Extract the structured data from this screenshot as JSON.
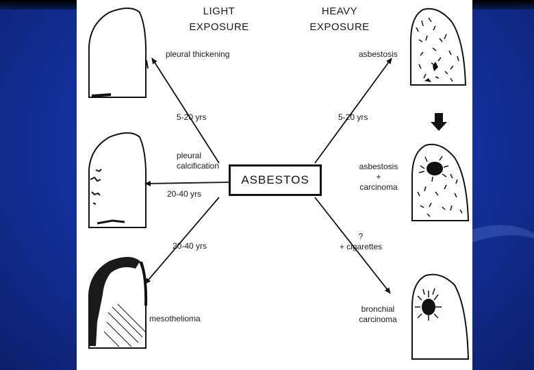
{
  "headers": {
    "light_line1": "LIGHT",
    "light_line2": "EXPOSURE",
    "heavy_line1": "HEAVY",
    "heavy_line2": "EXPOSURE"
  },
  "center": "ASBESTOS",
  "labels": {
    "pleural_thickening": "pleural thickening",
    "pleural_calcification_1": "pleural",
    "pleural_calcification_2": "calcification",
    "mesothelioma": "mesothelioma",
    "asbestosis": "asbestosis",
    "asbestosis_carcinoma_1": "asbestosis",
    "asbestosis_carcinoma_2": "+",
    "asbestosis_carcinoma_3": "carcinoma",
    "bronchial_1": "bronchial",
    "bronchial_2": "carcinoma"
  },
  "timelines": {
    "upper_left": "5-20 yrs",
    "middle_left": "20-40 yrs",
    "lower_left": "20-40 yrs",
    "upper_right": "5-20 yrs",
    "lower_right_1": "?",
    "lower_right_2": "+ cigarettes"
  }
}
